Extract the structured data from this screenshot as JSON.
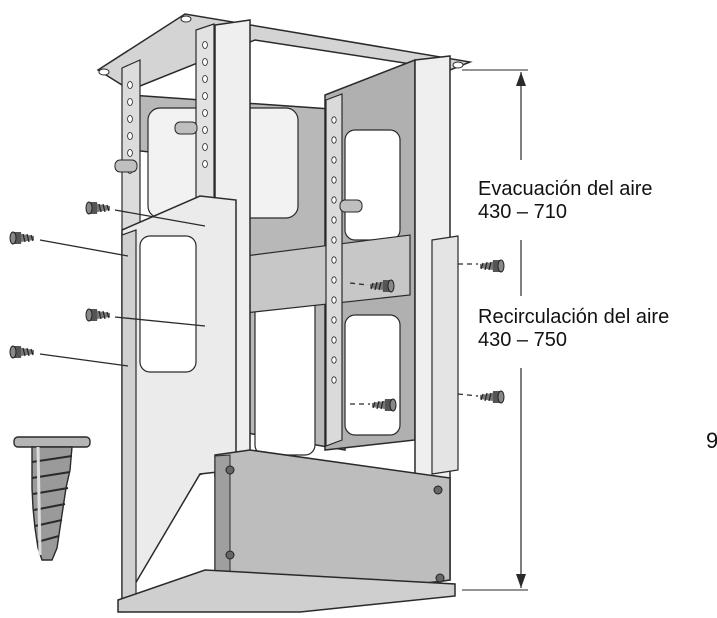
{
  "labels": {
    "evacuation_title": "Evacuación del aire",
    "evacuation_range": "430 – 710",
    "recirculation_title": "Recirculación del aire",
    "recirculation_range": "430 – 750",
    "edge_fragment": "9"
  },
  "colors": {
    "metal_light": "#ececec",
    "metal_mid": "#c4c4c4",
    "metal_dark": "#9a9a9a",
    "outline": "#2a2a2a"
  },
  "icons": [
    "screw-icon",
    "wall-plug-icon",
    "mounting-frame"
  ]
}
